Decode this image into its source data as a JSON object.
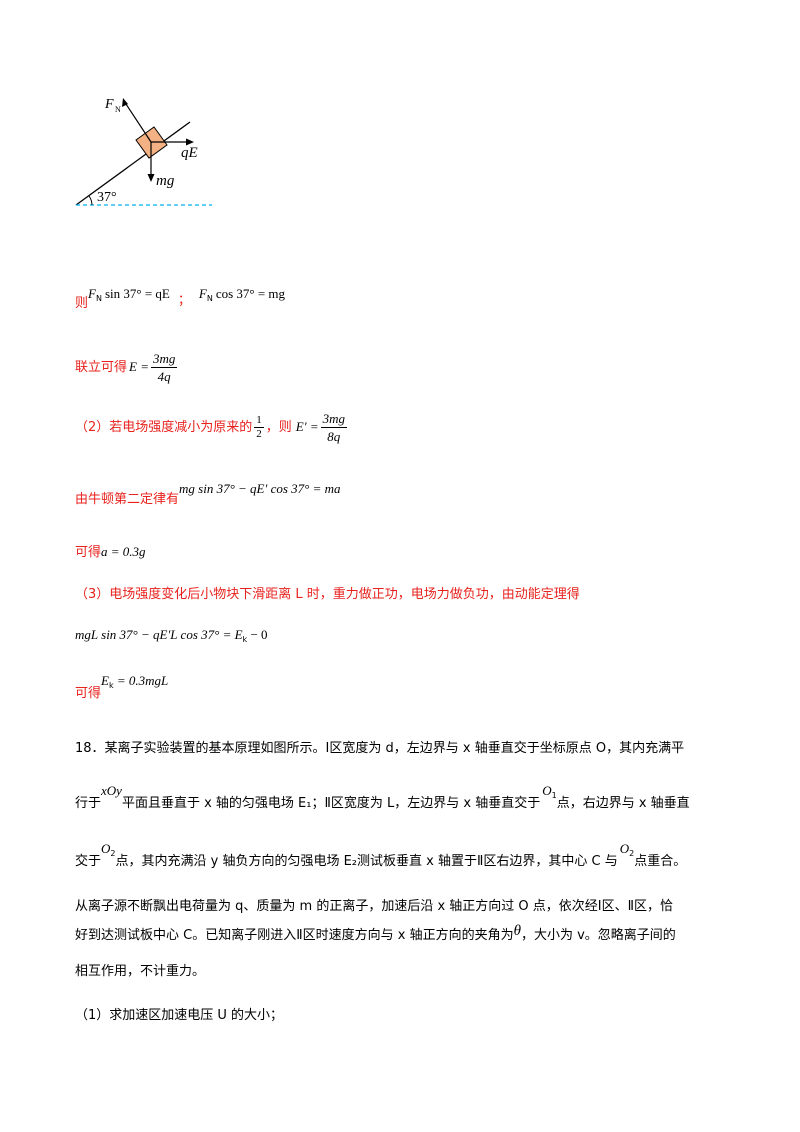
{
  "diagram": {
    "fn_label": "F",
    "fn_sub": "N",
    "qe_label": "qE",
    "mg_label": "mg",
    "angle_label": "37°",
    "colors": {
      "block": "#f4b183",
      "dash": "#00b0f0"
    }
  },
  "solution": {
    "ze_prefix": "则",
    "eq1_a": "F",
    "eq1_a_sub": "N",
    "eq1_b": "sin 37° = qE",
    "eq1_sep": "；",
    "eq1_c": "F",
    "eq1_c_sub": "N",
    "eq1_d": "cos 37° = mg",
    "lianli_prefix": "联立可得",
    "e_lhs": "E =",
    "e_num": "3mg",
    "e_den": "4q",
    "part2_text": "（2）若电场强度减小为原来的",
    "half_num": "1",
    "half_den": "2",
    "part2_then": "，则",
    "ep_lhs": "E′ =",
    "ep_num": "3mg",
    "ep_den": "8q",
    "newton_prefix": "由牛顿第二定律有",
    "newton_eq": "mg sin 37° − qE′ cos 37° = ma",
    "kede1_prefix": "可得",
    "a_eq": "a = 0.3g",
    "part3_text": "（3）电场强度变化后小物块下滑距离 L 时，重力做正功，电场力做负功，由动能定理得",
    "energy_eq": "mgL sin 37° − qE′L cos 37° = E",
    "energy_sub": "k",
    "energy_tail": " − 0",
    "kede2_prefix": "可得",
    "ek_eq_a": "E",
    "ek_sub": "k",
    "ek_eq_b": " = 0.3mgL"
  },
  "problem18": {
    "line1": "18．某离子实验装置的基本原理如图所示。Ⅰ区宽度为 d，左边界与 x 轴垂直交于坐标原点 O，其内充满平",
    "line2_a": "行于",
    "line2_math": "xOy",
    "line2_b": "平面且垂直于 x 轴的匀强电场 E₁；Ⅱ区宽度为 L，左边界与 x 轴垂直交于",
    "o1": "O",
    "o1_sub": "1",
    "line2_c": "点，右边界与 x 轴垂直",
    "line3_a": "交于",
    "o2": "O",
    "o2_sub": "2",
    "line3_b": "点，其内充满沿 y 轴负方向的匀强电场 E₂测试板垂直 x 轴置于Ⅱ区右边界，其中心 C 与",
    "o2b": "O",
    "o2b_sub": "2",
    "line3_c": "点重合。",
    "line4": "从离子源不断飘出电荷量为 q、质量为 m 的正离子，加速后沿 x 轴正方向过 O 点，依次经Ⅰ区、Ⅱ区，恰",
    "line5_a": "好到达测试板中心 C。已知离子刚进入Ⅱ区时速度方向与 x 轴正方向的夹角为",
    "theta": "θ",
    "line5_b": "，大小为 v。忽略离子间的",
    "line6": "相互作用，不计重力。",
    "q1": "（1）求加速区加速电压 U 的大小；"
  }
}
